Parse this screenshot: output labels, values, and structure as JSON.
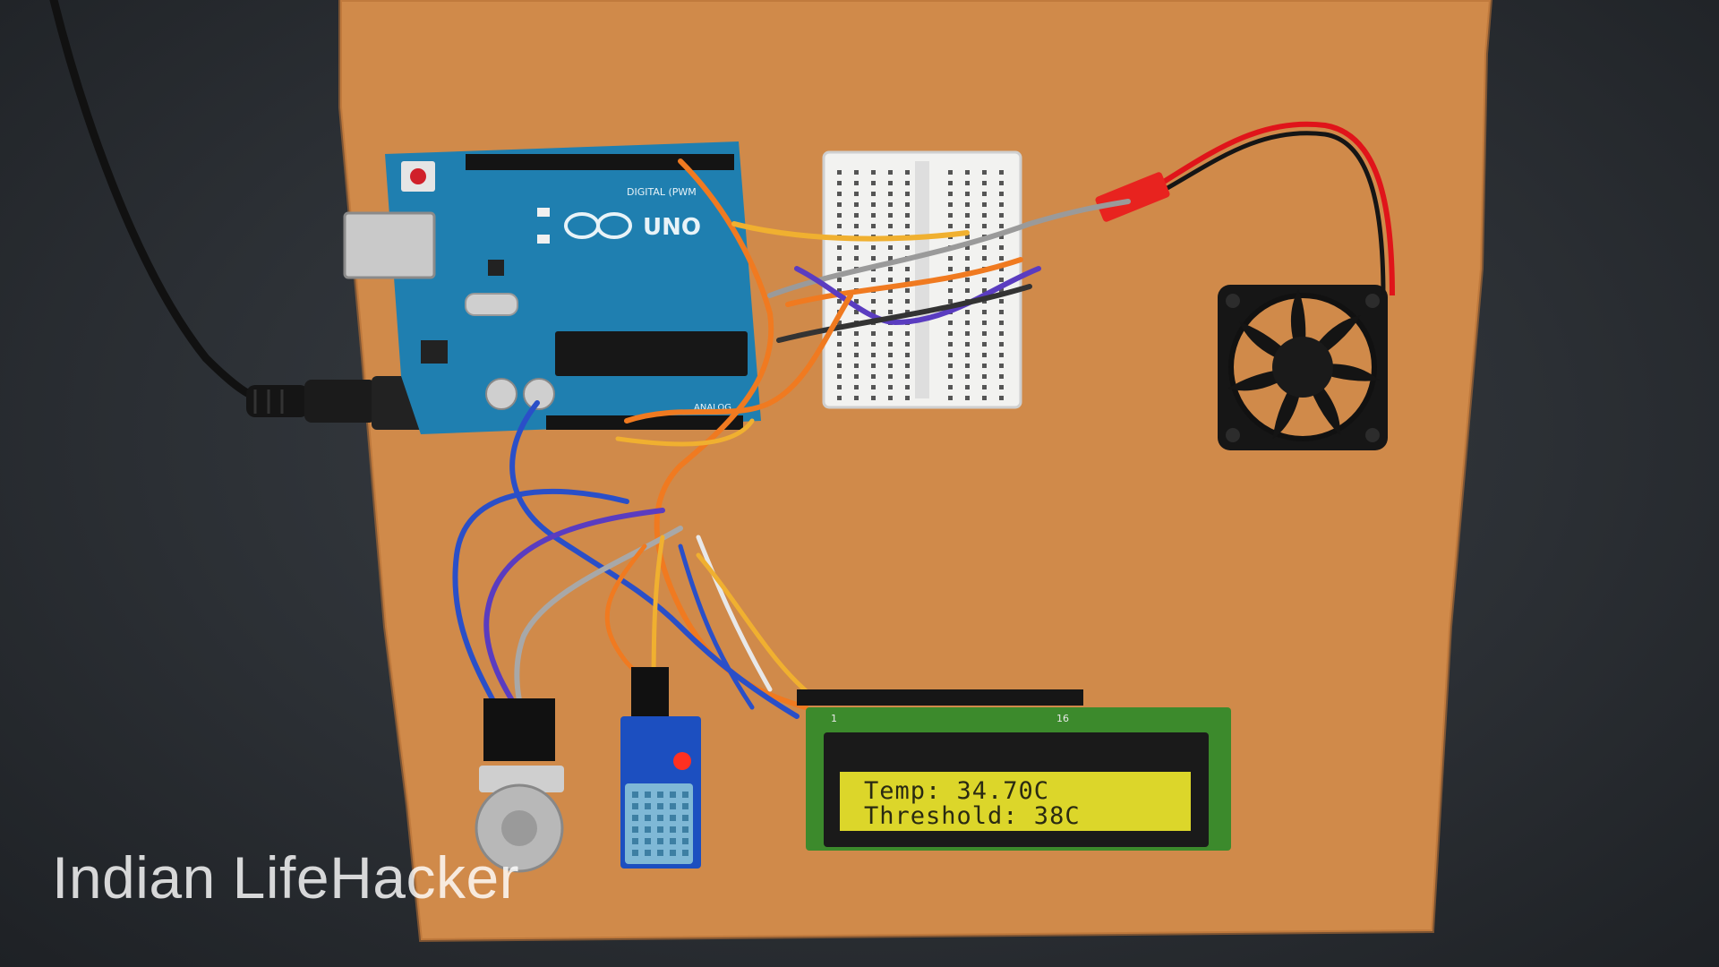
{
  "scene": {
    "board_logo": "UNO",
    "digital_label": "DIGITAL (PWM",
    "analog_label": "ANALOG",
    "lcd_pin_first": "1",
    "lcd_pin_last": "16"
  },
  "lcd": {
    "line1": "Temp: 34.70C",
    "line2": "Threshold: 38C"
  },
  "watermark": {
    "text": "Indian LifeHacker"
  },
  "colors": {
    "background": "#2c3035",
    "board_surface": "#d08a4a",
    "arduino": "#1f7fb0",
    "lcd_backlight": "#dcd62a",
    "pcb_green": "#3c8a2c",
    "wire_orange": "#f07a20",
    "wire_blue": "#2a4fc8",
    "wire_red": "#e0141a"
  }
}
